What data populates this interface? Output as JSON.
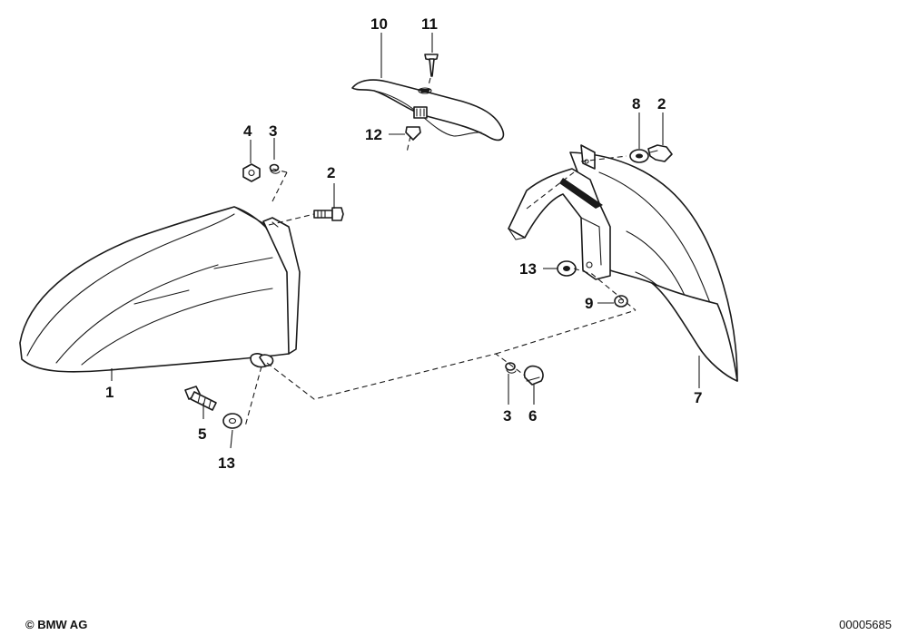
{
  "labels": {
    "front_fender": "1",
    "bolt_top_front": "2",
    "washer_top_front": "3",
    "nut_top_front": "4",
    "bolt_lower_front": "5",
    "washer_lower_front": "13",
    "bracket_top": "10",
    "screw_top": "11",
    "nut_top_bracket": "12",
    "bolt_rear_upper": "2",
    "washer_rear_upper": "8",
    "washer_rear_mid": "13",
    "nut_rear_mid": "9",
    "rear_fender": "7",
    "washer_center": "3",
    "cap_nut_center": "6"
  },
  "footer": {
    "copyright": "© BMW AG",
    "diagram_number": "00005685"
  }
}
